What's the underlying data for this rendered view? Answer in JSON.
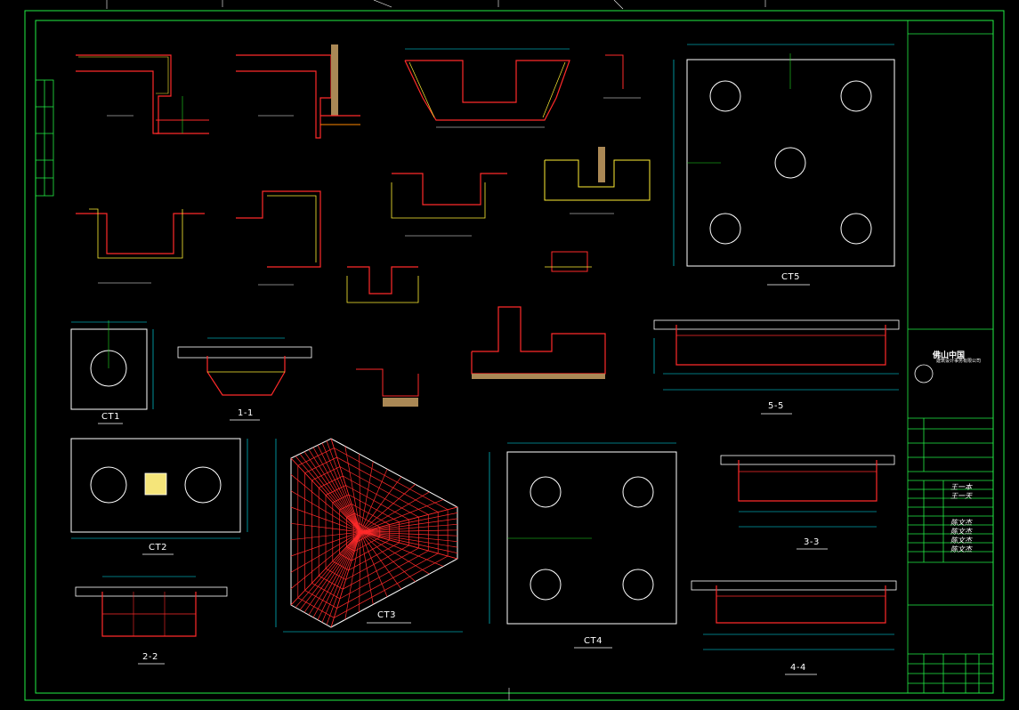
{
  "drawing": {
    "section_labels": {
      "ct1": "CT1",
      "ct2": "CT2",
      "ct3": "CT3",
      "ct4": "CT4",
      "ct5": "CT5",
      "s11": "1-1",
      "s22": "2-2",
      "s33": "3-3",
      "s44": "4-4",
      "s55": "5-5"
    }
  },
  "title_block": {
    "logo_line": "佛山中国",
    "company_cn": "建筑设计事务有限公司",
    "sig1": "王一本",
    "sig2": "王一天",
    "sig3": "陈文杰",
    "sig4": "陈文杰",
    "sig5": "陈文杰",
    "sig6": "陈文杰"
  },
  "colors": {
    "frame": "#22ee44",
    "cyan": "#00eeff",
    "red": "#ff2a2a",
    "yellow": "#ffff33",
    "white": "#ffffff",
    "orange": "#ff8800",
    "green": "#22dd22"
  }
}
